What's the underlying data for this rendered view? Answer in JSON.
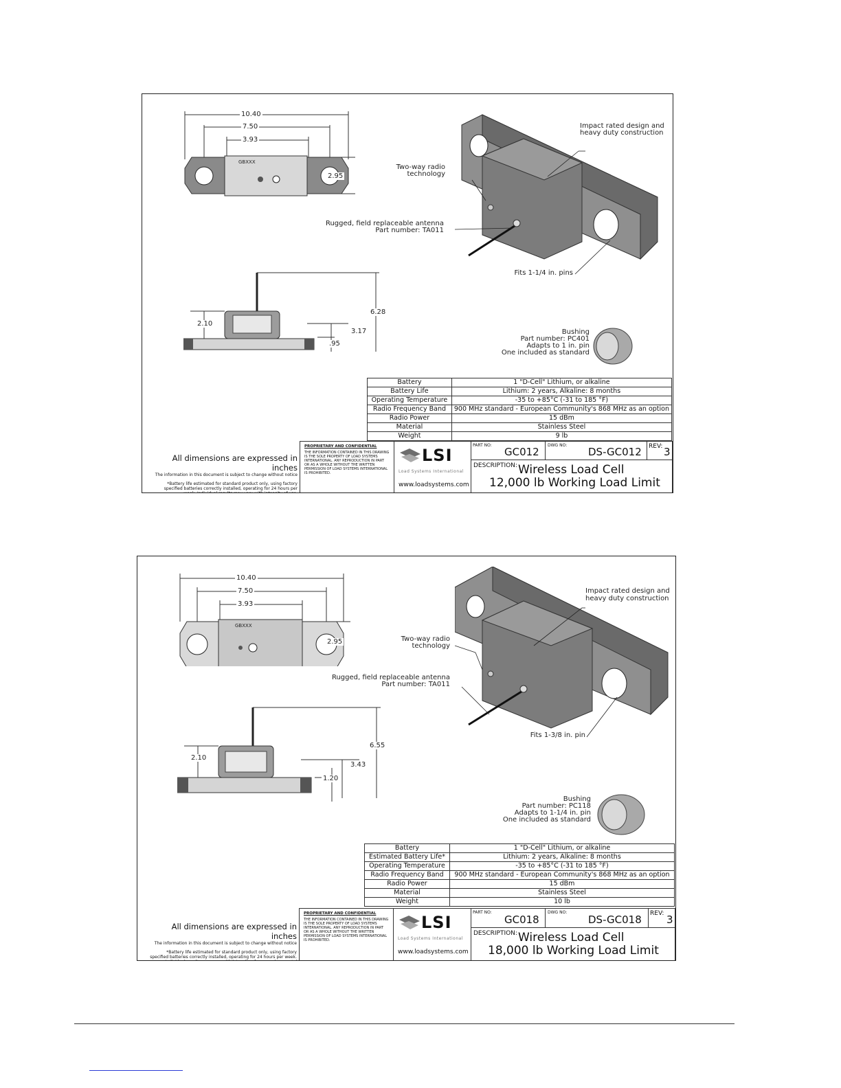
{
  "sheets": [
    {
      "dims": {
        "overall": "10.40",
        "pin_centers": "7.50",
        "body": "3.93",
        "height": "2.95",
        "total_height": "6.28",
        "body_height": "2.10",
        "mid": "3.17",
        "base": ".95",
        "nameplate": "GBXXX"
      },
      "callouts": {
        "impact": [
          "Impact rated design and",
          "heavy duty construction"
        ],
        "radio": [
          "Two-way radio",
          "technology"
        ],
        "antenna": [
          "Rugged, field replaceable antenna",
          "Part number: TA011"
        ],
        "fits": "Fits 1-1/4 in. pins",
        "bushing": [
          "Bushing",
          "Part number: PC401",
          "Adapts to 1 in. pin",
          "One included as standard"
        ]
      },
      "specs": [
        [
          "Battery",
          "1 \"D-Cell\" Lithium, or alkaline"
        ],
        [
          "Battery Life",
          "Lithium:  2 years, Alkaline:  8 months"
        ],
        [
          "Operating Temperature",
          "-35 to +85°C (-31 to 185 °F)"
        ],
        [
          "Radio Frequency Band",
          "900 MHz standard - European Community's 868 MHz as an option"
        ],
        [
          "Radio Power",
          "15 dBm"
        ],
        [
          "Material",
          "Stainless Steel"
        ],
        [
          "Weight",
          "9 lb"
        ]
      ],
      "notes": {
        "main": "All dimensions are expressed in inches",
        "sub": "The information in this document is subject to change without notice",
        "battery": "*Battery life estimated for standard product only, using factory specified batteries correctly installed, operating for 24 hours per week. Individual results may vary with intensity of use, environmental conditions and other factors."
      },
      "proprietary": {
        "title": "PROPRIETARY AND CONFIDENTIAL",
        "body": "THE INFORMATION CONTAINED IN THIS DRAWING IS THE SOLE PROPERTY OF LOAD SYSTEMS INTERNATIONAL. ANY REPRODUCTION IN PART OR AS A WHOLE WITHOUT THE WRITTEN PERMISSION OF LOAD SYSTEMS INTERNATIONAL IS PROHIBITED."
      },
      "brand": {
        "logo": "LSI",
        "name": "Load Systems International",
        "url": "www.loadsystems.com"
      },
      "part_label": "PART NO:",
      "part_no": "GC012",
      "dwg_label": "DWG NO:",
      "dwg_no": "DS-GC012",
      "rev_label": "REV:",
      "rev": "3",
      "desc_label": "DESCRIPTION:",
      "desc_line1": "Wireless Load Cell",
      "desc_line2": "12,000 lb Working Load Limit"
    },
    {
      "dims": {
        "overall": "10.40",
        "pin_centers": "7.50",
        "body": "3.93",
        "height": "2.95",
        "total_height": "6.55",
        "body_height": "2.10",
        "mid": "3.43",
        "base": "1.20",
        "nameplate": "GBXXX"
      },
      "callouts": {
        "impact": [
          "Impact rated design and",
          "heavy duty construction"
        ],
        "radio": [
          "Two-way radio",
          "technology"
        ],
        "antenna": [
          "Rugged, field replaceable antenna",
          "Part number: TA011"
        ],
        "fits": "Fits 1-3/8 in. pin",
        "bushing": [
          "Bushing",
          "Part number: PC118",
          "Adapts to 1-1/4 in. pin",
          "One included as standard"
        ]
      },
      "specs": [
        [
          "Battery",
          "1 \"D-Cell\" Lithium, or alkaline"
        ],
        [
          "Estimated Battery Life*",
          "Lithium:  2 years, Alkaline:  8 months"
        ],
        [
          "Operating Temperature",
          "-35 to +85°C (-31 to 185 °F)"
        ],
        [
          "Radio Frequency Band",
          "900 MHz standard - European Community's 868 MHz as an option"
        ],
        [
          "Radio Power",
          "15 dBm"
        ],
        [
          "Material",
          "Stainless Steel"
        ],
        [
          "Weight",
          "10 lb"
        ]
      ],
      "notes": {
        "main": "All dimensions are expressed in inches",
        "sub": "The information in this document is subject to change without notice",
        "battery": "*Battery life estimated for standard product only, using factory specified batteries correctly installed, operating for 24 hours per week. Individual results may vary with intensity of use, environmental conditions and other factors."
      },
      "proprietary": {
        "title": "PROPRIETARY AND CONFIDENTIAL",
        "body": "THE INFORMATION CONTAINED IN THIS DRAWING IS THE SOLE PROPERTY OF LOAD SYSTEMS INTERNATIONAL. ANY REPRODUCTION IN PART OR AS A WHOLE WITHOUT THE WRITTEN PERMISSION OF LOAD SYSTEMS INTERNATIONAL IS PROHIBITED."
      },
      "brand": {
        "logo": "LSI",
        "name": "Load Systems International",
        "url": "www.loadsystems.com"
      },
      "part_label": "PART NO:",
      "part_no": "GC018",
      "dwg_label": "DWG NO:",
      "dwg_no": "DS-GC018",
      "rev_label": "REV:",
      "rev": "3",
      "desc_label": "DESCRIPTION:",
      "desc_line1": "Wireless Load Cell",
      "desc_line2": "18,000 lb Working Load Limit"
    }
  ]
}
